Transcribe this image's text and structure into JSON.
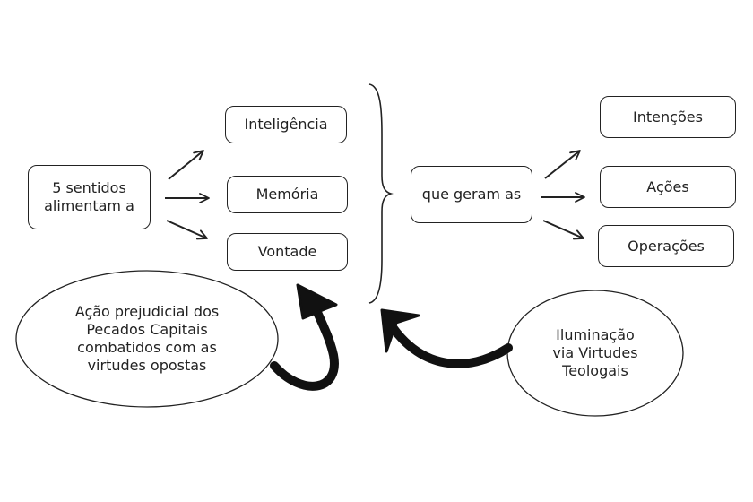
{
  "colors": {
    "stroke": "#222222",
    "background": "#ffffff"
  },
  "nodes": {
    "senses": "5 sentidos\nalimentam a",
    "intelligence": "Inteligência",
    "memory": "Memória",
    "will": "Vontade",
    "generate": "que geram as",
    "intentions": "Intenções",
    "actions": "Ações",
    "operations": "Operações",
    "sins": "Ação prejudicial dos\nPecados Capitais\ncombatidos com as\nvirtudes opostas",
    "illumination": "Iluminação\nvia Virtudes\nTeologais"
  }
}
